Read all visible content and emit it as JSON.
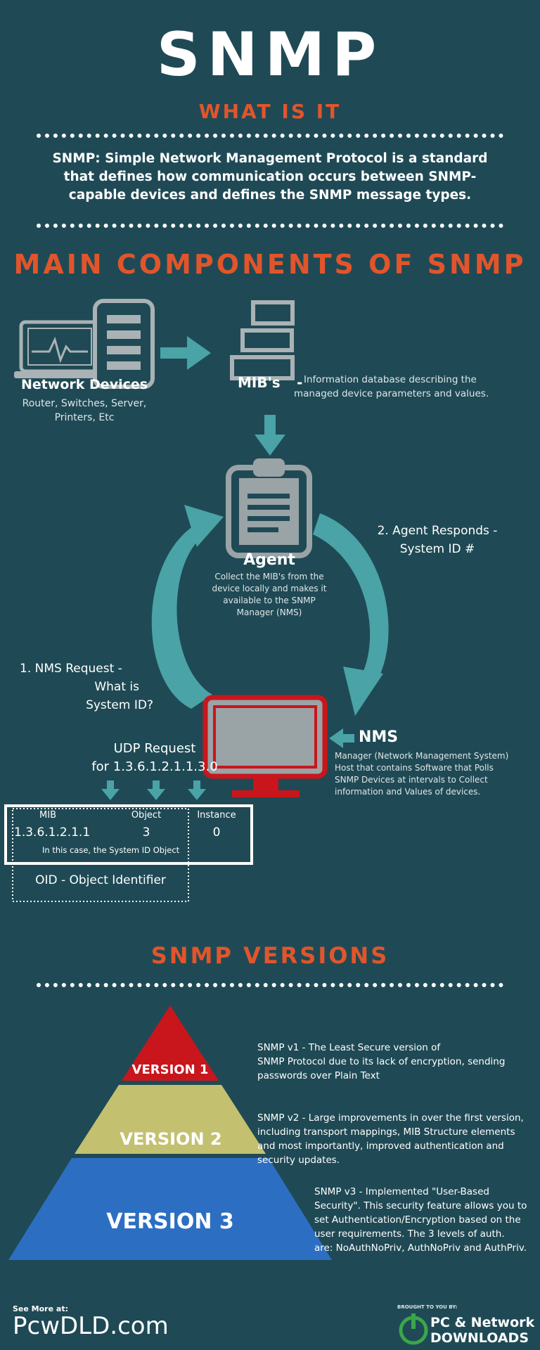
{
  "title": "SNMP",
  "what_heading": "WHAT IS IT",
  "intro": "SNMP: Simple Network Management Protocol is a standard that defines how communication occurs between SNMP-capable devices and defines the SNMP message types.",
  "components_heading": "MAIN COMPONENTS OF SNMP",
  "network_devices": {
    "label": "Network Devices",
    "desc_line1": "Router, Switches, Server,",
    "desc_line2": "Printers, Etc"
  },
  "mibs": {
    "label": "MIB's",
    "dash": "-",
    "desc_line1": "Information database describing the",
    "desc_line2": "managed device parameters and values."
  },
  "agent": {
    "label": "Agent",
    "desc_line1": "Collect the MIB's from the",
    "desc_line2": "device locally and makes it",
    "desc_line3": "available to the SNMP",
    "desc_line4": "Manager (NMS)"
  },
  "agent_responds": {
    "line1": "2. Agent Responds -",
    "line2": "System ID  #"
  },
  "nms_request": {
    "line1": "1. NMS Request -",
    "line2": "What is",
    "line3": "System ID?"
  },
  "udp_request": {
    "line1": "UDP Request",
    "line2": "for 1.3.6.1.2.1.1.3.0"
  },
  "nms": {
    "label": "NMS",
    "desc_line1": "Manager (Network Management System)",
    "desc_line2": "Host that contains Software that Polls",
    "desc_line3": "SNMP Devices at intervals to Collect",
    "desc_line4": "information and Values of devices."
  },
  "oid_table": {
    "mib_header": "MIB",
    "object_header": "Object",
    "instance_header": "Instance",
    "mib_value": "1.3.6.1.2.1.1",
    "object_value": "3",
    "instance_value": "0",
    "note": "In this case, the System ID Object",
    "oid_label": "OID - Object Identifier"
  },
  "versions_heading": "SNMP VERSIONS",
  "versions": [
    {
      "label": "VERSION 1",
      "color": "#c8161c",
      "desc_line1": "SNMP v1 - The Least Secure version of",
      "desc_line2": "SNMP Protocol due to its lack of encryption, sending",
      "desc_line3": "passwords over Plain Text"
    },
    {
      "label": "VERSION 2",
      "color": "#c3c070",
      "desc_line1": "SNMP v2 - Large improvements in over the first version,",
      "desc_line2": "including transport mappings, MIB Structure elements",
      "desc_line3": "and most importantly, improved authentication and",
      "desc_line4": "security updates."
    },
    {
      "label": "VERSION 3",
      "color": "#2c6fc2",
      "desc_line1": "SNMP v3 - Implemented \"User-Based",
      "desc_line2": "Security\". This security feature allows you to",
      "desc_line3": "set Authentication/Encryption based on the",
      "desc_line4": "user requirements. The 3 levels of auth.",
      "desc_line5": "are: NoAuthNoPriv, AuthNoPriv and AuthPriv."
    }
  ],
  "footer": {
    "see_more": "See More at:",
    "site": "PcwDLD.com",
    "brought_by": "BROUGHT TO YOU BY:",
    "brand_line1": "PC & Network",
    "brand_line2": "DOWNLOADS"
  },
  "colors": {
    "background": "#1f4a55",
    "accent_orange": "#e2552b",
    "arrow_teal": "#4aa3a6",
    "icon_gray": "#9aa3a6",
    "nms_red": "#c8161c"
  }
}
